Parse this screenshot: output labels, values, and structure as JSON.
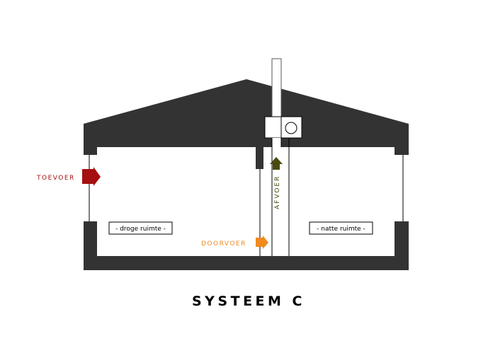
{
  "labels": {
    "toevoer": "TOEVOER",
    "afvoer": "AFVOER",
    "doorvoer": "DOORVOER",
    "droge_ruimte": "- droge ruimte -",
    "natte_ruimte": "- natte ruimte -",
    "title": "SYSTEEM C"
  },
  "colors": {
    "structure": "#333333",
    "toevoer": "#a50f0f",
    "afvoer": "#4a4a10",
    "doorvoer": "#f08a1e",
    "text": "#000000"
  }
}
